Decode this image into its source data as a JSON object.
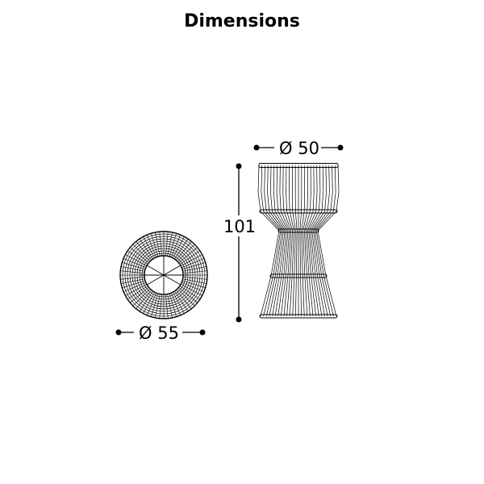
{
  "title": "Dimensions",
  "top_view": {
    "diameter_label": "Ø 55"
  },
  "side_view": {
    "top_diameter_label": "Ø 50",
    "height_label": "101"
  },
  "colors": {
    "line": "#000000",
    "background": "#ffffff"
  }
}
